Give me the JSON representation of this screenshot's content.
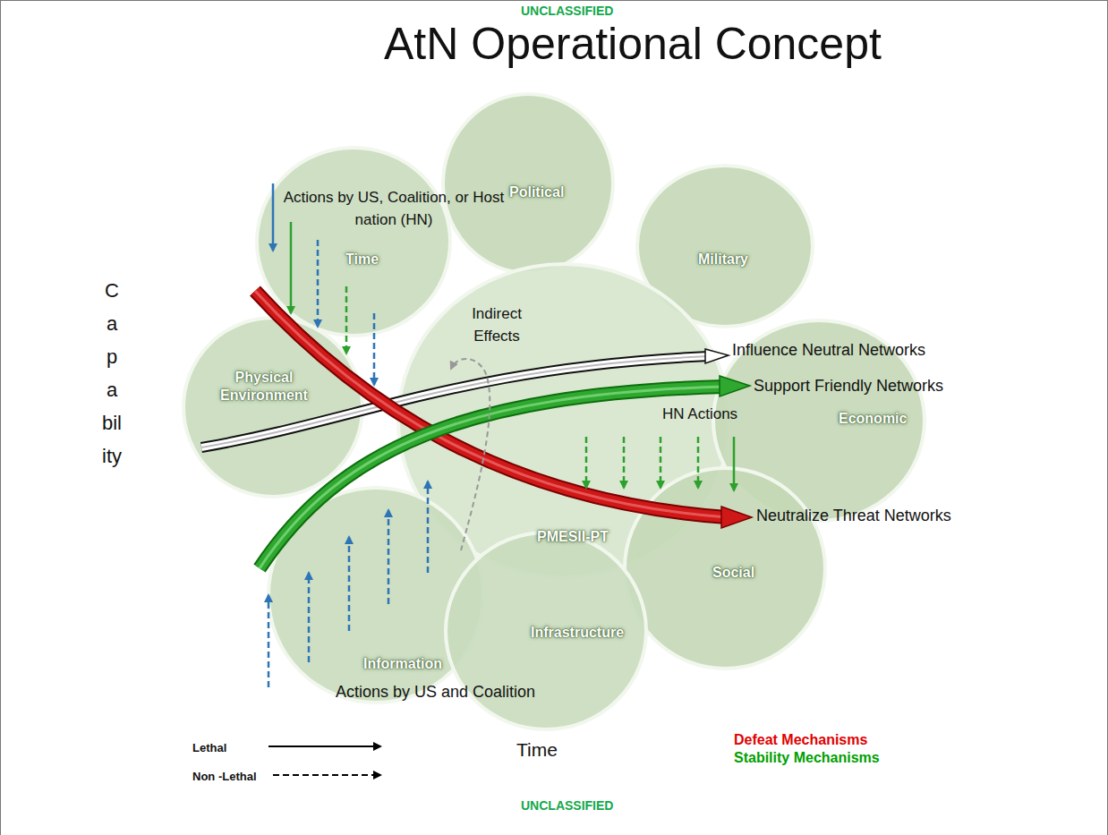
{
  "diagram": {
    "title": "AtN Operational Concept",
    "nodes": [
      {
        "text": [
          "Political"
        ]
      },
      {
        "text": [
          "Time"
        ]
      },
      {
        "text": [
          "Military"
        ]
      },
      {
        "text": [
          "Physical Environment"
        ]
      },
      {
        "text": [
          "PMESII-PT"
        ]
      },
      {
        "text": [
          "Economic"
        ]
      },
      {
        "text": [
          "Information"
        ]
      },
      {
        "text": [
          "Social"
        ]
      },
      {
        "text": [
          "Infrastructure"
        ]
      }
    ],
    "labels": [
      "UNCLASSIFIED",
      "Capability",
      "Actions by US, Coalition, or Host nation (HN)",
      "Indirect Effects",
      "Influence Neutral Networks",
      "Support Friendly Networks",
      "HN Actions",
      "Neutralize Threat Networks",
      "Actions by US and Coalition",
      "Time",
      "Defeat Mechanisms",
      "Stability Mechanisms",
      "UNCLASSIFIED"
    ],
    "legend": [
      {
        "text": "Lethal"
      },
      {
        "text": "Non -Lethal"
      }
    ]
  }
}
